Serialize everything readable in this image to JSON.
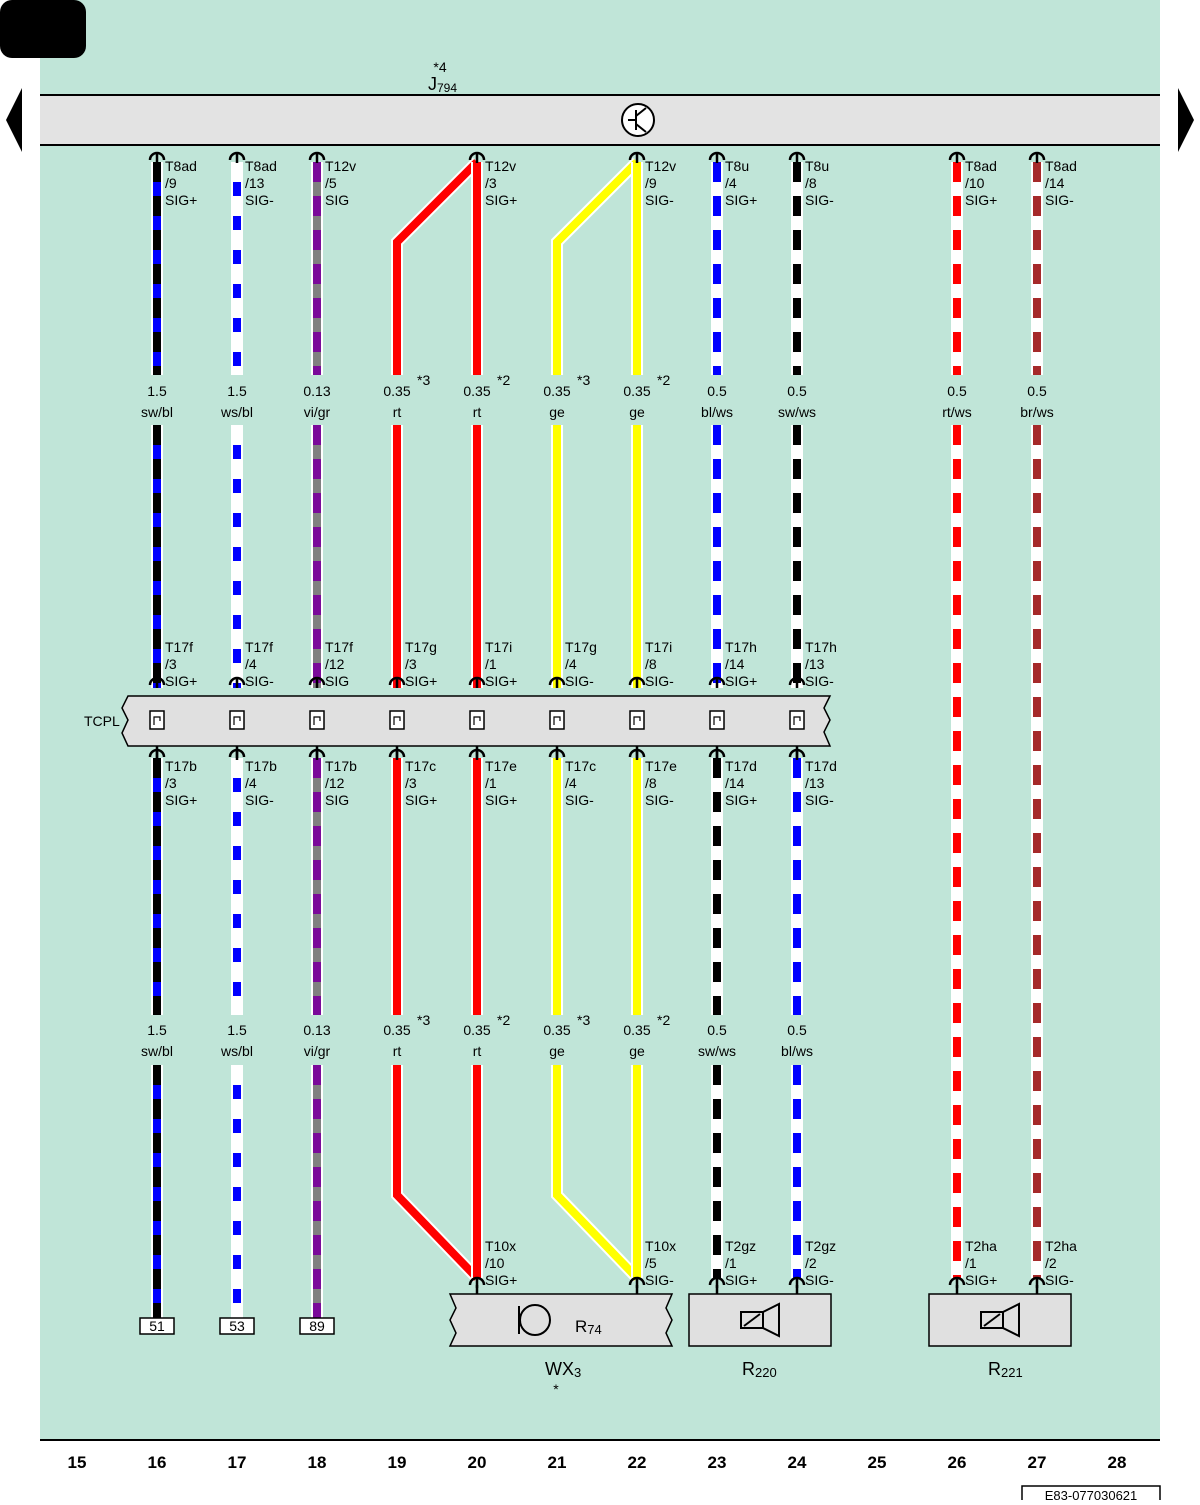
{
  "page_tag": "",
  "doc_code": "E83-077030621",
  "header": {
    "note": "*4",
    "name": "J",
    "sub": "794"
  },
  "tcpl_label": "TCPL",
  "columns": [
    "15",
    "16",
    "17",
    "18",
    "19",
    "20",
    "21",
    "22",
    "23",
    "24",
    "25",
    "26",
    "27",
    "28"
  ],
  "wires": [
    {
      "col": "16",
      "colors": [
        "#000000",
        "#0000ff"
      ],
      "top": {
        "pin": [
          "T8ad",
          "/9",
          "SIG+"
        ],
        "gauge": "1.5",
        "color": "sw/bl"
      },
      "mid_top": [
        "T17f",
        "/3",
        "SIG+"
      ],
      "mid_bot": [
        "T17b",
        "/3",
        "SIG+"
      ],
      "bottom": {
        "gauge": "1.5",
        "color": "sw/bl"
      },
      "end": "51",
      "bottom_colors": [
        "#000000",
        "#0000ff"
      ],
      "lower_colors": [
        "#000000",
        "#0000ff"
      ]
    },
    {
      "col": "17",
      "colors": [
        "#ffffff",
        "#0000ff"
      ],
      "top": {
        "pin": [
          "T8ad",
          "/13",
          "SIG-"
        ],
        "gauge": "1.5",
        "color": "ws/bl"
      },
      "mid_top": [
        "T17f",
        "/4",
        "SIG-"
      ],
      "mid_bot": [
        "T17b",
        "/4",
        "SIG-"
      ],
      "bottom": {
        "gauge": "1.5",
        "color": "ws/bl"
      },
      "end": "53"
    },
    {
      "col": "18",
      "colors": [
        "#7a0a9a",
        "#808080"
      ],
      "top": {
        "pin": [
          "T12v",
          "/5",
          "SIG"
        ],
        "gauge": "0.13",
        "color": "vi/gr"
      },
      "mid_top": [
        "T17f",
        "/12",
        "SIG"
      ],
      "mid_bot": [
        "T17b",
        "/12",
        "SIG"
      ],
      "bottom": {
        "gauge": "0.13",
        "color": "vi/gr"
      },
      "end": "89"
    },
    {
      "col": "19",
      "colors": [
        "#ff0000"
      ],
      "top": {
        "gauge": "0.35",
        "note": "*3",
        "color": "rt"
      },
      "mid_top": [
        "T17g",
        "/3",
        "SIG+"
      ],
      "mid_bot": [
        "T17c",
        "/3",
        "SIG+"
      ],
      "bottom": {
        "gauge": "0.35",
        "note": "*3",
        "color": "rt"
      }
    },
    {
      "col": "20",
      "colors": [
        "#ff0000"
      ],
      "top": {
        "pin": [
          "T12v",
          "/3",
          "SIG+"
        ],
        "gauge": "0.35",
        "note": "*2",
        "color": "rt"
      },
      "mid_top": [
        "T17i",
        "/1",
        "SIG+"
      ],
      "mid_bot": [
        "T17e",
        "/1",
        "SIG+"
      ],
      "bottom": {
        "gauge": "0.35",
        "note": "*2",
        "color": "rt"
      },
      "end_pin": [
        "T10x",
        "/10",
        "SIG+"
      ]
    },
    {
      "col": "21",
      "colors": [
        "#ffff00"
      ],
      "top": {
        "gauge": "0.35",
        "note": "*3",
        "color": "ge"
      },
      "mid_top": [
        "T17g",
        "/4",
        "SIG-"
      ],
      "mid_bot": [
        "T17c",
        "/4",
        "SIG-"
      ],
      "bottom": {
        "gauge": "0.35",
        "note": "*3",
        "color": "ge"
      }
    },
    {
      "col": "22",
      "colors": [
        "#ffff00"
      ],
      "top": {
        "pin": [
          "T12v",
          "/9",
          "SIG-"
        ],
        "gauge": "0.35",
        "note": "*2",
        "color": "ge"
      },
      "mid_top": [
        "T17i",
        "/8",
        "SIG-"
      ],
      "mid_bot": [
        "T17e",
        "/8",
        "SIG-"
      ],
      "bottom": {
        "gauge": "0.35",
        "note": "*2",
        "color": "ge"
      },
      "end_pin": [
        "T10x",
        "/5",
        "SIG-"
      ]
    },
    {
      "col": "23",
      "colors": [
        "#0000ff",
        "#ffffff"
      ],
      "lower_colors": [
        "#000000",
        "#ffffff"
      ],
      "top": {
        "pin": [
          "T8u",
          "/4",
          "SIG+"
        ],
        "gauge": "0.5",
        "color": "bl/ws"
      },
      "mid_top": [
        "T17h",
        "/14",
        "SIG+"
      ],
      "mid_bot": [
        "T17d",
        "/14",
        "SIG+"
      ],
      "bottom": {
        "gauge": "0.5",
        "color": "sw/ws"
      },
      "end_pin": [
        "T2gz",
        "/1",
        "SIG+"
      ]
    },
    {
      "col": "24",
      "colors": [
        "#000000",
        "#ffffff"
      ],
      "lower_colors": [
        "#0000ff",
        "#ffffff"
      ],
      "top": {
        "pin": [
          "T8u",
          "/8",
          "SIG-"
        ],
        "gauge": "0.5",
        "color": "sw/ws"
      },
      "mid_top": [
        "T17h",
        "/13",
        "SIG-"
      ],
      "mid_bot": [
        "T17d",
        "/13",
        "SIG-"
      ],
      "bottom": {
        "gauge": "0.5",
        "color": "bl/ws"
      },
      "end_pin": [
        "T2gz",
        "/2",
        "SIG-"
      ]
    },
    {
      "col": "26",
      "colors": [
        "#ff0000",
        "#ffffff"
      ],
      "top": {
        "pin": [
          "T8ad",
          "/10",
          "SIG+"
        ],
        "gauge": "0.5",
        "color": "rt/ws"
      },
      "end_pin": [
        "T2ha",
        "/1",
        "SIG+"
      ]
    },
    {
      "col": "27",
      "colors": [
        "#a52a2a",
        "#ffffff"
      ],
      "top": {
        "pin": [
          "T8ad",
          "/14",
          "SIG-"
        ],
        "gauge": "0.5",
        "color": "br/ws"
      },
      "end_pin": [
        "T2ha",
        "/2",
        "SIG-"
      ]
    }
  ],
  "components": {
    "r74": {
      "name": "R",
      "sub": "74"
    },
    "wx3": {
      "name": "WX",
      "sub": "3",
      "note": "*"
    },
    "r220": {
      "name": "R",
      "sub": "220"
    },
    "r221": {
      "name": "R",
      "sub": "221"
    }
  },
  "nav": {
    "left": "prev-page-arrow",
    "right": "next-page-arrow"
  }
}
